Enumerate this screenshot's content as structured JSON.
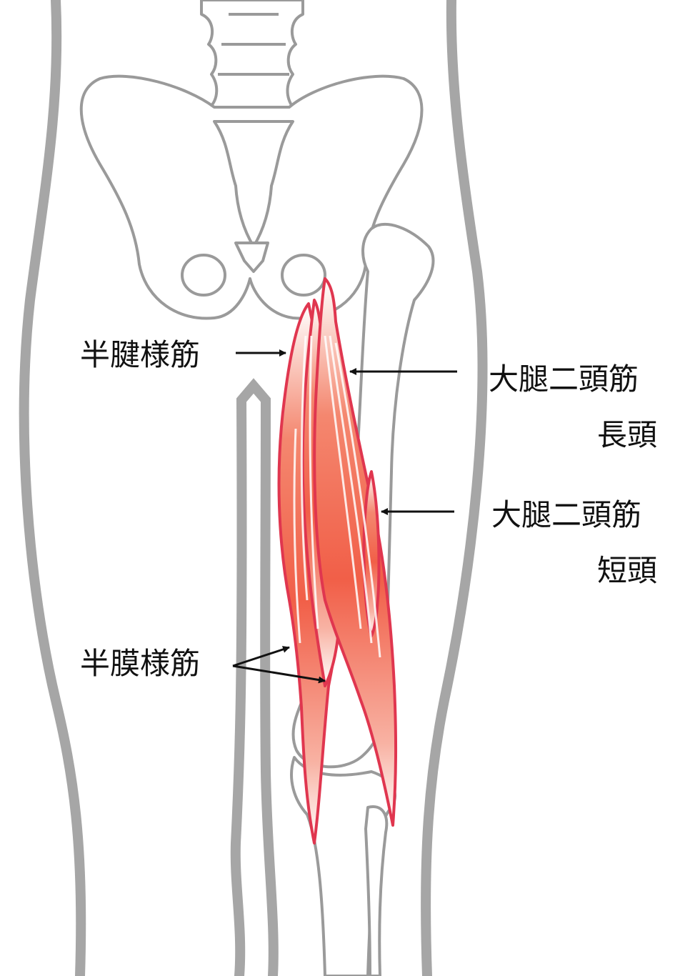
{
  "labels": {
    "semitendinosus": "半腱様筋",
    "biceps_long_line1": "大腿二頭筋",
    "biceps_long_line2": "長頭",
    "biceps_short_line1": "大腿二頭筋",
    "biceps_short_line2": "短頭",
    "semimembranosus": "半膜様筋"
  },
  "colors": {
    "outline": "#a6a6a6",
    "bone_stroke": "#9a9a9a",
    "muscle_stroke": "#e0364f",
    "muscle_fill": "#f3674f",
    "arrow": "#111111"
  }
}
